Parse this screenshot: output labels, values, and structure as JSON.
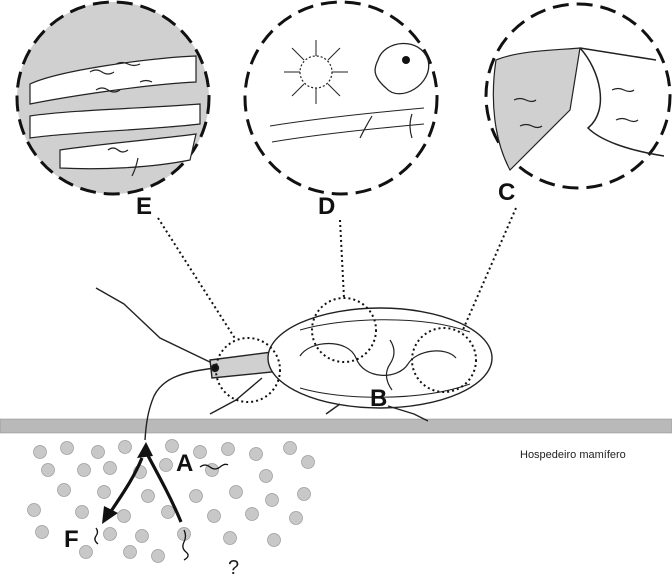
{
  "labels": {
    "a": "A",
    "b": "B",
    "c": "C",
    "d": "D",
    "e": "E",
    "f": "F",
    "question": "?"
  },
  "host_label": "Hospedeiro mamífero",
  "colors": {
    "ink": "#111111",
    "skin": "#b9b9b9",
    "cell_fill": "#c8c8c8",
    "panel_fill": "#d0d0d0",
    "background": "#ffffff"
  },
  "icons": [
    "kissing-bug",
    "trypanosome",
    "blood-cell",
    "magnifier-circle"
  ]
}
